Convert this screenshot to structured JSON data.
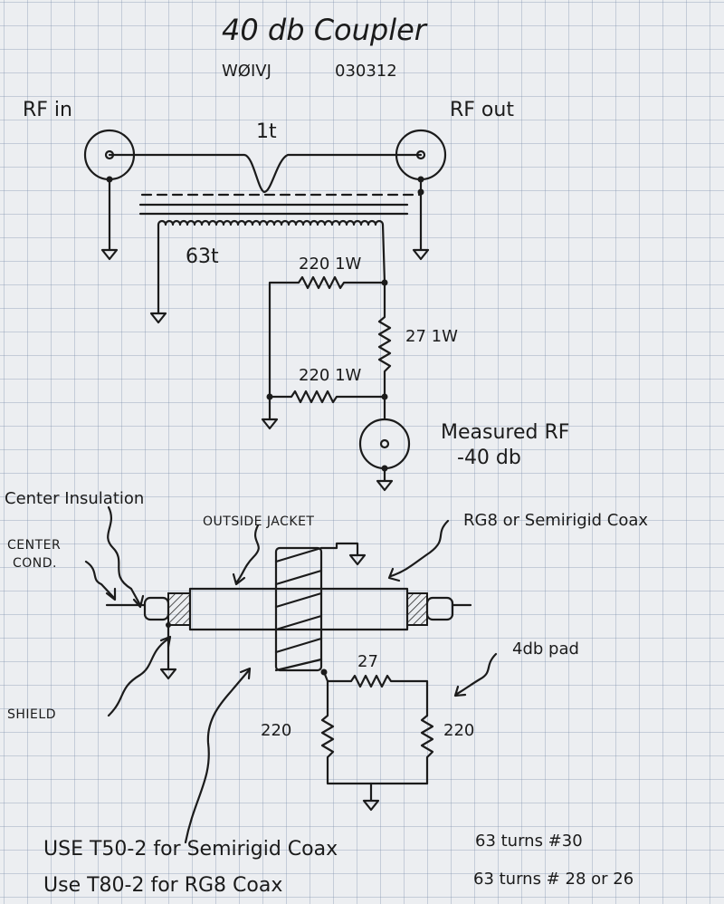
{
  "title": "40 db Coupler",
  "callsign": "WØIVJ",
  "date": "030312",
  "labels": {
    "rf_in": "RF in",
    "rf_out": "RF out",
    "primary_turns": "1t",
    "secondary_turns": "63t",
    "r_top": "220 1W",
    "r_series": "27 1W",
    "r_bottom": "220 1W",
    "measured": "Measured RF",
    "measured_level": "-40 db",
    "center_insulation": "Center Insulation",
    "center_cond_line1": "CENTER",
    "center_cond_line2": "COND.",
    "outside_jacket": "OUTSIDE JACKET",
    "coax_type": "RG8 or Semirigid Coax",
    "shield": "SHIELD",
    "pad": "4db pad",
    "pad_r_series": "27",
    "pad_r_left": "220",
    "pad_r_right": "220"
  },
  "notes": [
    {
      "text": "USE T50-2 for Semirigid Coax",
      "turns": "63 turns #30"
    },
    {
      "text": "Use T80-2 for RG8 Coax",
      "turns": "63 turns # 28 or 26"
    }
  ]
}
